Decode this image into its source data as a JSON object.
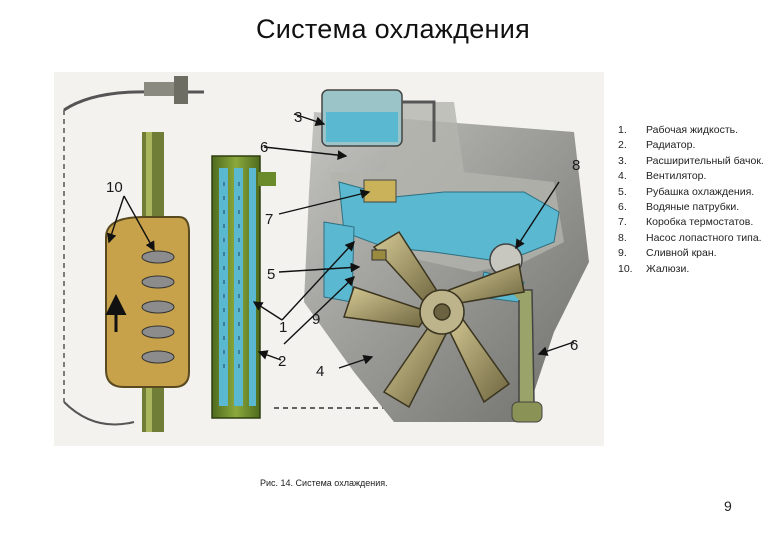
{
  "slide": {
    "title": "Система охлаждения",
    "caption": "Рис. 14. Система охлаждения.",
    "page_number": "9"
  },
  "legend": [
    {
      "num": "1.",
      "text": "Рабочая жидкость."
    },
    {
      "num": "2.",
      "text": "Радиатор."
    },
    {
      "num": "3.",
      "text": "Расширительный бачок."
    },
    {
      "num": "4.",
      "text": "Вентилятор."
    },
    {
      "num": "5.",
      "text": "Рубашка охлаждения."
    },
    {
      "num": "6.",
      "text": "Водяные патрубки."
    },
    {
      "num": "7.",
      "text": "Коробка термостатов."
    },
    {
      "num": "8.",
      "text": "Насос лопастного типа."
    },
    {
      "num": "9.",
      "text": "Сливной кран."
    },
    {
      "num": "10.",
      "text": "Жалюзи."
    }
  ],
  "diagram_labels": {
    "l1": "1",
    "l2": "2",
    "l3": "3",
    "l4": "4",
    "l5": "5",
    "l6a": "6",
    "l6b": "6",
    "l7": "7",
    "l8": "8",
    "l9": "9",
    "l10": "10"
  },
  "colors": {
    "coolant": "#5ab8d0",
    "engine": "#9a9a9a",
    "radiator": "#6b8a2a",
    "blinds_panel": "#c7a24b",
    "fan": "#a79c6a"
  }
}
